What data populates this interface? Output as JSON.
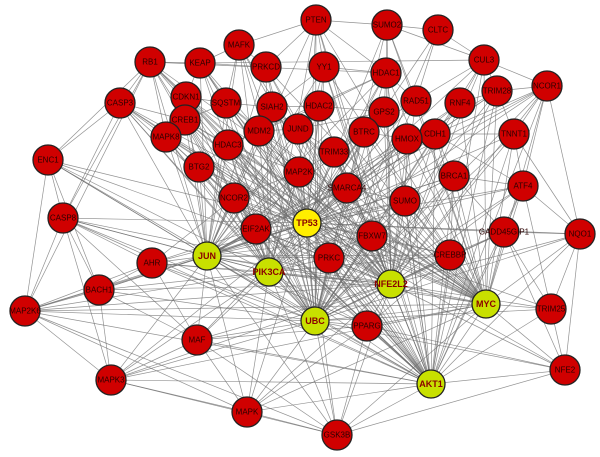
{
  "colors": {
    "regular_node": "#d00000",
    "hub_node": "#c8e000",
    "center_node": "#ffee00",
    "edge": "#6e6e6e",
    "regular_label": "#2a0000",
    "hub_label": "#8a0000"
  },
  "nodes": [
    {
      "id": "PTEN",
      "label": "PTEN",
      "kind": "regular"
    },
    {
      "id": "SUMO2",
      "label": "SUMO2",
      "kind": "regular"
    },
    {
      "id": "CLTC",
      "label": "CLTC",
      "kind": "regular"
    },
    {
      "id": "MAFK",
      "label": "MAFK",
      "kind": "regular"
    },
    {
      "id": "RB1",
      "label": "RB1",
      "kind": "regular"
    },
    {
      "id": "KEAP1",
      "label": "KEAP",
      "kind": "regular"
    },
    {
      "id": "PRKCD",
      "label": "PRKCD",
      "kind": "regular"
    },
    {
      "id": "YY1",
      "label": "YY1",
      "kind": "regular"
    },
    {
      "id": "HDAC1",
      "label": "HDAC1",
      "kind": "regular"
    },
    {
      "id": "CUL3",
      "label": "CUL3",
      "kind": "regular"
    },
    {
      "id": "NCOR1",
      "label": "NCOR1",
      "kind": "regular"
    },
    {
      "id": "CASP3",
      "label": "CASP3",
      "kind": "regular"
    },
    {
      "id": "CDKN1A",
      "label": "CDKN1",
      "kind": "regular"
    },
    {
      "id": "RAD51",
      "label": "RAD51",
      "kind": "regular"
    },
    {
      "id": "TRIM28",
      "label": "TRIM28",
      "kind": "regular"
    },
    {
      "id": "SQSTM1",
      "label": "SQSTM",
      "kind": "regular"
    },
    {
      "id": "SIAH2",
      "label": "SIAH2",
      "kind": "regular"
    },
    {
      "id": "HDAC2",
      "label": "HDAC2",
      "kind": "regular"
    },
    {
      "id": "CREB1",
      "label": "CREB1",
      "kind": "regular"
    },
    {
      "id": "RNF4",
      "label": "RNF4",
      "kind": "regular"
    },
    {
      "id": "MAPK8",
      "label": "MAPK8",
      "kind": "regular"
    },
    {
      "id": "MDM2",
      "label": "MDM2",
      "kind": "regular"
    },
    {
      "id": "JUND",
      "label": "JUND",
      "kind": "regular"
    },
    {
      "id": "GPS2",
      "label": "GPS2",
      "kind": "regular"
    },
    {
      "id": "HDAC3",
      "label": "HDAC3",
      "kind": "regular"
    },
    {
      "id": "TNNT1",
      "label": "TNNT1",
      "kind": "regular"
    },
    {
      "id": "BTRC",
      "label": "BTRC",
      "kind": "regular"
    },
    {
      "id": "CDH1",
      "label": "CDH1",
      "kind": "regular"
    },
    {
      "id": "HMOX1",
      "label": "HMOX",
      "kind": "regular"
    },
    {
      "id": "TRIM33",
      "label": "TRIM33",
      "kind": "regular"
    },
    {
      "id": "ENC1",
      "label": "ENC1",
      "kind": "regular"
    },
    {
      "id": "BTG2",
      "label": "BTG2",
      "kind": "regular"
    },
    {
      "id": "MAP2K1",
      "label": "MAP2K",
      "kind": "regular"
    },
    {
      "id": "BRCA1",
      "label": "BRCA1",
      "kind": "regular"
    },
    {
      "id": "ATF4",
      "label": "ATF4",
      "kind": "regular"
    },
    {
      "id": "SMARCA4",
      "label": "SMARCA4",
      "kind": "regular"
    },
    {
      "id": "NCOR2",
      "label": "NCOR2",
      "kind": "regular"
    },
    {
      "id": "CASP8",
      "label": "CASP8",
      "kind": "regular"
    },
    {
      "id": "SUMO1",
      "label": "SUMO",
      "kind": "regular"
    },
    {
      "id": "EIF2AK3",
      "label": "EIF2AK",
      "kind": "regular"
    },
    {
      "id": "TP53",
      "label": "TP53",
      "kind": "center"
    },
    {
      "id": "FBXW7",
      "label": "FBXW7",
      "kind": "regular"
    },
    {
      "id": "GADD45B",
      "label": "GADD45GIP1",
      "kind": "regular"
    },
    {
      "id": "NQO1",
      "label": "NQO1",
      "kind": "regular"
    },
    {
      "id": "JUN",
      "label": "JUN",
      "kind": "hub"
    },
    {
      "id": "AHR",
      "label": "AHR",
      "kind": "regular"
    },
    {
      "id": "PRKCA",
      "label": "PRKC",
      "kind": "regular"
    },
    {
      "id": "PIK3CA",
      "label": "PIK3CA",
      "kind": "hub"
    },
    {
      "id": "CREBBP",
      "label": "CREBBP",
      "kind": "regular"
    },
    {
      "id": "NFE2L2",
      "label": "NFE2L2",
      "kind": "hub"
    },
    {
      "id": "BACH1",
      "label": "BACH1",
      "kind": "regular"
    },
    {
      "id": "MYC",
      "label": "MYC",
      "kind": "hub"
    },
    {
      "id": "MAP2K6",
      "label": "MAP2K6",
      "kind": "regular"
    },
    {
      "id": "TRIM25",
      "label": "TRIM25",
      "kind": "regular"
    },
    {
      "id": "UBC",
      "label": "UBC",
      "kind": "hub"
    },
    {
      "id": "PPARG",
      "label": "PPARG",
      "kind": "regular"
    },
    {
      "id": "MAF",
      "label": "MAF",
      "kind": "regular"
    },
    {
      "id": "NFE2",
      "label": "NFE2",
      "kind": "regular"
    },
    {
      "id": "MAPK3",
      "label": "MAPK3",
      "kind": "regular"
    },
    {
      "id": "AKT1",
      "label": "AKT1",
      "kind": "hub"
    },
    {
      "id": "MAPK1",
      "label": "MAPK",
      "kind": "regular"
    },
    {
      "id": "GSK3B",
      "label": "GSK3B",
      "kind": "regular"
    }
  ],
  "hub_edges": [
    {
      "hub": "TP53",
      "targets": [
        "PTEN",
        "SUMO2",
        "CLTC",
        "MAFK",
        "RB1",
        "KEAP1",
        "PRKCD",
        "YY1",
        "HDAC1",
        "CUL3",
        "NCOR1",
        "CASP3",
        "CDKN1A",
        "RAD51",
        "TRIM28",
        "SQSTM1",
        "SIAH2",
        "HDAC2",
        "CREB1",
        "RNF4",
        "MAPK8",
        "MDM2",
        "JUND",
        "GPS2",
        "HDAC3",
        "TNNT1",
        "BTRC",
        "CDH1",
        "HMOX1",
        "TRIM33",
        "ENC1",
        "BTG2",
        "MAP2K1",
        "BRCA1",
        "ATF4",
        "SMARCA4",
        "NCOR2",
        "CASP8",
        "SUMO1",
        "EIF2AK3",
        "FBXW7",
        "GADD45B",
        "NQO1",
        "AHR",
        "PRKCA",
        "CREBBP",
        "BACH1",
        "MAP2K6",
        "TRIM25",
        "PPARG",
        "MAF",
        "NFE2",
        "MAPK3",
        "MAPK1",
        "GSK3B",
        "JUN",
        "PIK3CA",
        "NFE2L2",
        "MYC",
        "UBC",
        "AKT1"
      ]
    },
    {
      "hub": "NFE2L2",
      "targets": [
        "PTEN",
        "SUMO2",
        "MAFK",
        "RB1",
        "KEAP1",
        "PRKCD",
        "YY1",
        "HDAC1",
        "CUL3",
        "NCOR1",
        "CASP3",
        "CDKN1A",
        "RAD51",
        "TRIM28",
        "SQSTM1",
        "SIAH2",
        "HDAC2",
        "CREB1",
        "RNF4",
        "MAPK8",
        "MDM2",
        "JUND",
        "GPS2",
        "HDAC3",
        "TNNT1",
        "BTRC",
        "CDH1",
        "HMOX1",
        "TRIM33",
        "ENC1",
        "BTG2",
        "MAP2K1",
        "BRCA1",
        "ATF4",
        "SMARCA4",
        "NCOR2",
        "CASP8",
        "SUMO1",
        "EIF2AK3",
        "FBXW7",
        "GADD45B",
        "NQO1",
        "AHR",
        "PRKCA",
        "CREBBP",
        "BACH1",
        "MAP2K6",
        "TRIM25",
        "PPARG",
        "MAF",
        "NFE2",
        "MAPK3",
        "MAPK1",
        "GSK3B",
        "JUN",
        "PIK3CA",
        "MYC",
        "UBC",
        "AKT1"
      ]
    },
    {
      "hub": "UBC",
      "targets": [
        "PTEN",
        "SUMO2",
        "CLTC",
        "MAFK",
        "RB1",
        "KEAP1",
        "PRKCD",
        "YY1",
        "HDAC1",
        "CUL3",
        "NCOR1",
        "CASP3",
        "CDKN1A",
        "RAD51",
        "TRIM28",
        "SQSTM1",
        "SIAH2",
        "HDAC2",
        "CREB1",
        "RNF4",
        "MAPK8",
        "MDM2",
        "JUND",
        "GPS2",
        "HDAC3",
        "TNNT1",
        "BTRC",
        "CDH1",
        "HMOX1",
        "TRIM33",
        "ENC1",
        "BTG2",
        "MAP2K1",
        "BRCA1",
        "ATF4",
        "SMARCA4",
        "NCOR2",
        "CASP8",
        "SUMO1",
        "EIF2AK3",
        "FBXW7",
        "GADD45B",
        "NQO1",
        "AHR",
        "PRKCA",
        "CREBBP",
        "BACH1",
        "MAP2K6",
        "TRIM25",
        "PPARG",
        "MAF",
        "NFE2",
        "MAPK3",
        "MAPK1",
        "GSK3B",
        "JUN",
        "PIK3CA",
        "MYC",
        "AKT1"
      ]
    },
    {
      "hub": "JUN",
      "targets": [
        "PTEN",
        "MAFK",
        "RB1",
        "KEAP1",
        "PRKCD",
        "YY1",
        "HDAC1",
        "NCOR1",
        "CASP3",
        "CDKN1A",
        "TRIM28",
        "SQSTM1",
        "SIAH2",
        "HDAC2",
        "CREB1",
        "MAPK8",
        "MDM2",
        "JUND",
        "HDAC3",
        "BTRC",
        "CDH1",
        "HMOX1",
        "ENC1",
        "BTG2",
        "MAP2K1",
        "BRCA1",
        "ATF4",
        "SMARCA4",
        "NCOR2",
        "CASP8",
        "SUMO1",
        "EIF2AK3",
        "FBXW7",
        "AHR",
        "PRKCA",
        "CREBBP",
        "BACH1",
        "MAP2K6",
        "PPARG",
        "MAF",
        "MAPK3",
        "MAPK1",
        "GSK3B",
        "PIK3CA",
        "MYC",
        "AKT1"
      ]
    },
    {
      "hub": "AKT1",
      "targets": [
        "PTEN",
        "MAFK",
        "RB1",
        "KEAP1",
        "PRKCD",
        "YY1",
        "HDAC1",
        "CUL3",
        "NCOR1",
        "CASP3",
        "CDKN1A",
        "TRIM28",
        "SQSTM1",
        "HDAC2",
        "CREB1",
        "MAPK8",
        "MDM2",
        "GPS2",
        "HDAC3",
        "TNNT1",
        "BTRC",
        "CDH1",
        "HMOX1",
        "ENC1",
        "BTG2",
        "MAP2K1",
        "BRCA1",
        "ATF4",
        "NCOR2",
        "CASP8",
        "SUMO1",
        "EIF2AK3",
        "FBXW7",
        "GADD45B",
        "NQO1",
        "AHR",
        "PRKCA",
        "CREBBP",
        "MAP2K6",
        "TRIM25",
        "PPARG",
        "MAF",
        "NFE2",
        "MAPK3",
        "MAPK1",
        "GSK3B",
        "PIK3CA",
        "MYC"
      ]
    },
    {
      "hub": "MYC",
      "targets": [
        "PTEN",
        "SUMO2",
        "RB1",
        "PRKCD",
        "YY1",
        "HDAC1",
        "CUL3",
        "NCOR1",
        "CASP3",
        "CDKN1A",
        "RAD51",
        "TRIM28",
        "SQSTM1",
        "SIAH2",
        "HDAC2",
        "CREB1",
        "RNF4",
        "MAPK8",
        "MDM2",
        "JUND",
        "HDAC3",
        "TNNT1",
        "BTRC",
        "CDH1",
        "HMOX1",
        "TRIM33",
        "BTG2",
        "MAP2K1",
        "BRCA1",
        "ATF4",
        "SMARCA4",
        "NCOR2",
        "SUMO1",
        "FBXW7",
        "GADD45B",
        "NQO1",
        "CREBBP",
        "MAP2K6",
        "TRIM25",
        "PPARG",
        "NFE2",
        "MAPK3",
        "MAPK1",
        "GSK3B",
        "PIK3CA"
      ]
    },
    {
      "hub": "PIK3CA",
      "targets": [
        "PTEN",
        "MAFK",
        "RB1",
        "KEAP1",
        "PRKCD",
        "YY1",
        "HDAC1",
        "NCOR1",
        "CASP3",
        "CDKN1A",
        "SQSTM1",
        "SIAH2",
        "HDAC2",
        "CREB1",
        "MAPK8",
        "MDM2",
        "HDAC3",
        "BTRC",
        "CDH1",
        "HMOX1",
        "ENC1",
        "BTG2",
        "MAP2K1",
        "BRCA1",
        "SMARCA4",
        "NCOR2",
        "CASP8",
        "EIF2AK3",
        "FBXW7",
        "AHR",
        "PRKCA",
        "CREBBP",
        "BACH1",
        "MAP2K6",
        "PPARG",
        "MAF",
        "MAPK3",
        "MAPK1",
        "GSK3B"
      ]
    }
  ],
  "extra_edges": [
    [
      "RB1",
      "CASP3"
    ],
    [
      "RB1",
      "KEAP1"
    ],
    [
      "RB1",
      "CDKN1A"
    ],
    [
      "RB1",
      "HDAC1"
    ],
    [
      "RB1",
      "MAPK8"
    ],
    [
      "RB1",
      "ENC1"
    ],
    [
      "RB1",
      "CASP8"
    ],
    [
      "RB1",
      "MAP2K6"
    ],
    [
      "CASP3",
      "ENC1"
    ],
    [
      "CASP3",
      "CASP8"
    ],
    [
      "CASP3",
      "MAPK8"
    ],
    [
      "CASP3",
      "CREB1"
    ],
    [
      "ENC1",
      "CASP8"
    ],
    [
      "ENC1",
      "BACH1"
    ],
    [
      "ENC1",
      "MAP2K6"
    ],
    [
      "CASP8",
      "MAP2K6"
    ],
    [
      "CASP8",
      "AHR"
    ],
    [
      "CASP8",
      "BACH1"
    ],
    [
      "CASP8",
      "MAPK3"
    ],
    [
      "CASP8",
      "MAF"
    ],
    [
      "MAP2K6",
      "MAPK3"
    ],
    [
      "MAP2K6",
      "BACH1"
    ],
    [
      "MAP2K6",
      "AHR"
    ],
    [
      "MAP2K6",
      "MAPK1"
    ],
    [
      "MAP2K6",
      "GSK3B"
    ],
    [
      "MAPK3",
      "MAPK1"
    ],
    [
      "MAPK3",
      "MAF"
    ],
    [
      "MAPK3",
      "GSK3B"
    ],
    [
      "MAPK3",
      "BACH1"
    ],
    [
      "MAPK1",
      "GSK3B"
    ],
    [
      "MAPK1",
      "MAF"
    ],
    [
      "MAPK1",
      "PPARG"
    ],
    [
      "GSK3B",
      "PPARG"
    ],
    [
      "GSK3B",
      "MAF"
    ],
    [
      "GSK3B",
      "NFE2"
    ],
    [
      "NCOR1",
      "TNNT1"
    ],
    [
      "NCOR1",
      "ATF4"
    ],
    [
      "NCOR1",
      "NQO1"
    ],
    [
      "NCOR1",
      "TRIM28"
    ],
    [
      "NCOR1",
      "CUL3"
    ],
    [
      "NCOR1",
      "CDH1"
    ],
    [
      "NQO1",
      "ATF4"
    ],
    [
      "NQO1",
      "TRIM25"
    ],
    [
      "NQO1",
      "NFE2"
    ],
    [
      "NQO1",
      "GADD45B"
    ],
    [
      "NQO1",
      "TNNT1"
    ],
    [
      "TRIM25",
      "NFE2"
    ],
    [
      "TRIM25",
      "GADD45B"
    ],
    [
      "TRIM25",
      "ATF4"
    ],
    [
      "NFE2",
      "PPARG"
    ],
    [
      "NFE2",
      "GADD45B"
    ],
    [
      "PTEN",
      "SUMO2"
    ],
    [
      "PTEN",
      "YY1"
    ],
    [
      "PTEN",
      "HDAC1"
    ],
    [
      "PTEN",
      "PRKCD"
    ],
    [
      "PTEN",
      "MAFK"
    ],
    [
      "SUMO2",
      "CLTC"
    ],
    [
      "SUMO2",
      "HDAC1"
    ],
    [
      "SUMO2",
      "RAD51"
    ],
    [
      "SUMO2",
      "CUL3"
    ],
    [
      "CLTC",
      "CUL3"
    ],
    [
      "CLTC",
      "RAD51"
    ],
    [
      "MAFK",
      "KEAP1"
    ],
    [
      "MAFK",
      "PRKCD"
    ],
    [
      "MAFK",
      "SQSTM1"
    ],
    [
      "KEAP1",
      "CUL3"
    ],
    [
      "KEAP1",
      "SQSTM1"
    ],
    [
      "KEAP1",
      "CDKN1A"
    ],
    [
      "KEAP1",
      "PRKCD"
    ],
    [
      "HDAC1",
      "HDAC2"
    ],
    [
      "HDAC1",
      "HDAC3"
    ],
    [
      "HDAC1",
      "YY1"
    ],
    [
      "HDAC1",
      "RAD51"
    ],
    [
      "HDAC1",
      "GPS2"
    ],
    [
      "HDAC2",
      "HDAC3"
    ],
    [
      "HDAC2",
      "SIAH2"
    ],
    [
      "HDAC2",
      "JUND"
    ],
    [
      "HDAC2",
      "GPS2"
    ],
    [
      "CUL3",
      "TRIM28"
    ],
    [
      "CUL3",
      "RNF4"
    ],
    [
      "CUL3",
      "BTRC"
    ],
    [
      "TRIM28",
      "RNF4"
    ],
    [
      "TRIM28",
      "TNNT1"
    ],
    [
      "TRIM28",
      "CDH1"
    ],
    [
      "RNF4",
      "CDH1"
    ],
    [
      "RNF4",
      "HMOX1"
    ],
    [
      "CDH1",
      "TNNT1"
    ],
    [
      "CDH1",
      "BRCA1"
    ],
    [
      "CDH1",
      "ATF4"
    ],
    [
      "BRCA1",
      "ATF4"
    ],
    [
      "BRCA1",
      "GADD45B"
    ],
    [
      "BRCA1",
      "CREBBP"
    ],
    [
      "BRCA1",
      "SUMO1"
    ],
    [
      "CREBBP",
      "GADD45B"
    ],
    [
      "CREBBP",
      "SUMO1"
    ],
    [
      "CREBBP",
      "FBXW7"
    ],
    [
      "CREBBP",
      "PPARG"
    ],
    [
      "FBXW7",
      "SUMO1"
    ],
    [
      "FBXW7",
      "PRKCA"
    ],
    [
      "FBXW7",
      "TRIM33"
    ],
    [
      "PRKCA",
      "PPARG"
    ],
    [
      "PRKCA",
      "EIF2AK3"
    ],
    [
      "PRKCA",
      "NCOR2"
    ],
    [
      "PPARG",
      "MAF"
    ],
    [
      "MAF",
      "AHR"
    ],
    [
      "MAF",
      "BACH1"
    ],
    [
      "AHR",
      "BACH1"
    ],
    [
      "AHR",
      "NCOR2"
    ],
    [
      "AHR",
      "EIF2AK3"
    ],
    [
      "NCOR2",
      "EIF2AK3"
    ],
    [
      "NCOR2",
      "BTG2"
    ],
    [
      "NCOR2",
      "MAP2K1"
    ],
    [
      "BTG2",
      "HDAC3"
    ],
    [
      "BTG2",
      "CREB1"
    ],
    [
      "BTG2",
      "MAPK8"
    ],
    [
      "CREB1",
      "MAPK8"
    ],
    [
      "CREB1",
      "CDKN1A"
    ],
    [
      "CREB1",
      "SQSTM1"
    ],
    [
      "CDKN1A",
      "SQSTM1"
    ],
    [
      "CDKN1A",
      "MAPK8"
    ],
    [
      "SQSTM1",
      "SIAH2"
    ],
    [
      "SQSTM1",
      "MDM2"
    ],
    [
      "SIAH2",
      "MDM2"
    ],
    [
      "SIAH2",
      "YY1"
    ],
    [
      "MDM2",
      "JUND"
    ],
    [
      "MDM2",
      "MAP2K1"
    ],
    [
      "MDM2",
      "HDAC3"
    ],
    [
      "JUND",
      "TRIM33"
    ],
    [
      "JUND",
      "GPS2"
    ],
    [
      "GPS2",
      "BTRC"
    ],
    [
      "GPS2",
      "TRIM33"
    ],
    [
      "BTRC",
      "HMOX1"
    ],
    [
      "BTRC",
      "SMARCA4"
    ],
    [
      "HMOX1",
      "SUMO1"
    ],
    [
      "HMOX1",
      "SMARCA4"
    ],
    [
      "TRIM33",
      "SMARCA4"
    ],
    [
      "TRIM33",
      "MAP2K1"
    ],
    [
      "SMARCA4",
      "SUMO1"
    ],
    [
      "SMARCA4",
      "EIF2AK3"
    ],
    [
      "MAP2K1",
      "HDAC3"
    ],
    [
      "MAP2K1",
      "EIF2AK3"
    ],
    [
      "HDAC3",
      "CREB1"
    ],
    [
      "ATF4",
      "TNNT1"
    ],
    [
      "ATF4",
      "GADD45B"
    ]
  ]
}
